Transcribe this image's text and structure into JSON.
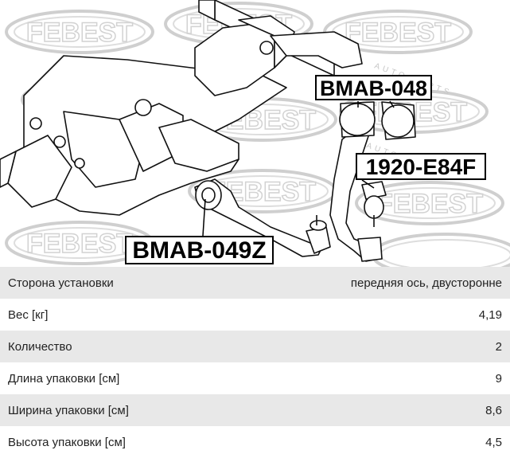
{
  "diagram": {
    "watermark_text": "FEBEST",
    "watermark_subtext": "AUTO PARTS",
    "part_labels": {
      "upper_right": "BMAB-048",
      "ball_joint": "1920-E84F",
      "lower_left": "BMAB-049Z"
    }
  },
  "specs": [
    {
      "label": "Сторона установки",
      "value": "передняя ось, двусторонне"
    },
    {
      "label": "Вес [кг]",
      "value": "4,19"
    },
    {
      "label": "Количество",
      "value": "2"
    },
    {
      "label": "Длина упаковки [см]",
      "value": "9"
    },
    {
      "label": "Ширина упаковки [см]",
      "value": "8,6"
    },
    {
      "label": "Высота упаковки [см]",
      "value": "4,5"
    }
  ],
  "colors": {
    "row_alt": "#e8e8e8",
    "line": "#000000",
    "watermark": "#cfcfcf"
  }
}
